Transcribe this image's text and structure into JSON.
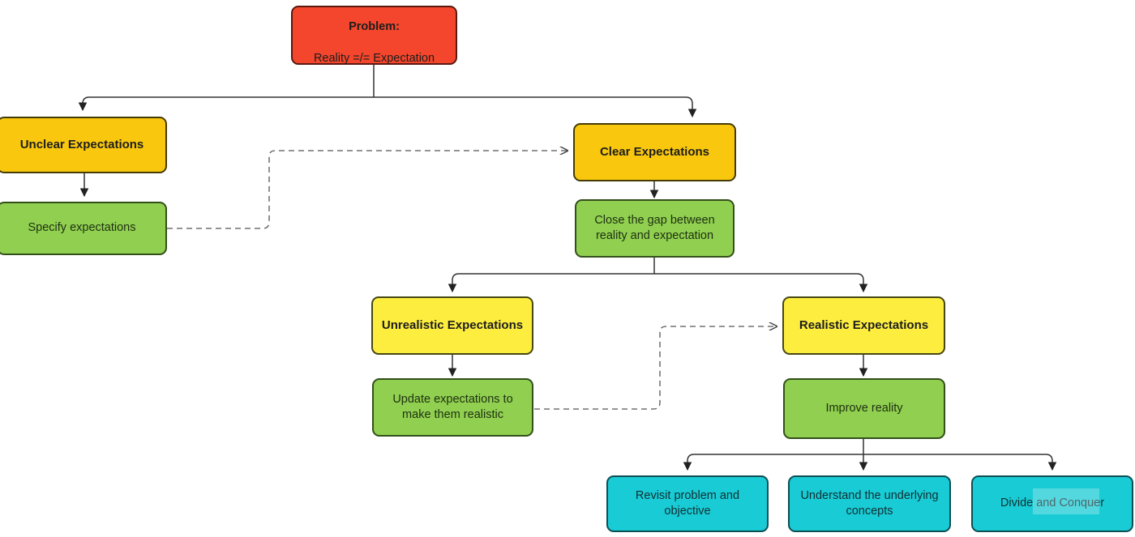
{
  "diagram": {
    "title": "Expectation Management Flowchart",
    "background": "#ffffff",
    "palette": {
      "problem_fill": "#f4462c",
      "problem_stroke": "#5a1a10",
      "gold_fill": "#f9c80e",
      "gold_stroke": "#443b05",
      "yellow_fill": "#fced3f",
      "yellow_stroke": "#474714",
      "green_fill": "#90cf50",
      "green_stroke": "#33501a",
      "cyan_fill": "#19cbd5",
      "cyan_stroke": "#0c4f53",
      "edge_stroke": "#333333",
      "dashed_stroke": "#555555"
    }
  },
  "nodes": {
    "problem": {
      "title": "Problem:",
      "subtitle": "Reality =/= Expectation"
    },
    "unclear_expectations": {
      "label": "Unclear Expectations"
    },
    "specify_expectations": {
      "label": "Specify expectations"
    },
    "clear_expectations": {
      "label": "Clear Expectations"
    },
    "close_the_gap": {
      "label": "Close the gap between\nreality and expectation"
    },
    "unrealistic_expectations": {
      "label": "Unrealistic Expectations"
    },
    "update_expectations": {
      "label": "Update expectations to\nmake them realistic"
    },
    "realistic_expectations": {
      "label": "Realistic Expectations"
    },
    "improve_reality": {
      "label": "Improve reality"
    },
    "revisit_problem": {
      "label": "Revisit problem and\nobjective"
    },
    "understand_concepts": {
      "label": "Understand the underlying\nconcepts"
    },
    "divide_and_conquer": {
      "label": "Divide and Conquer"
    }
  },
  "edges": [
    {
      "from": "problem",
      "to": "unclear_expectations",
      "style": "solid",
      "arrow": true
    },
    {
      "from": "problem",
      "to": "clear_expectations",
      "style": "solid",
      "arrow": true
    },
    {
      "from": "unclear_expectations",
      "to": "specify_expectations",
      "style": "solid",
      "arrow": true
    },
    {
      "from": "specify_expectations",
      "to": "clear_expectations",
      "style": "dashed",
      "arrow": true
    },
    {
      "from": "clear_expectations",
      "to": "close_the_gap",
      "style": "solid",
      "arrow": true
    },
    {
      "from": "close_the_gap",
      "to": "unrealistic_expectations",
      "style": "solid",
      "arrow": true
    },
    {
      "from": "close_the_gap",
      "to": "realistic_expectations",
      "style": "solid",
      "arrow": true
    },
    {
      "from": "unrealistic_expectations",
      "to": "update_expectations",
      "style": "solid",
      "arrow": true
    },
    {
      "from": "update_expectations",
      "to": "realistic_expectations",
      "style": "dashed",
      "arrow": true
    },
    {
      "from": "realistic_expectations",
      "to": "improve_reality",
      "style": "solid",
      "arrow": true
    },
    {
      "from": "improve_reality",
      "to": "revisit_problem",
      "style": "solid",
      "arrow": true
    },
    {
      "from": "improve_reality",
      "to": "understand_concepts",
      "style": "solid",
      "arrow": true
    },
    {
      "from": "improve_reality",
      "to": "divide_and_conquer",
      "style": "solid",
      "arrow": true
    }
  ],
  "selection": {
    "node": "divide_and_conquer",
    "selected_text": "Conquer"
  }
}
